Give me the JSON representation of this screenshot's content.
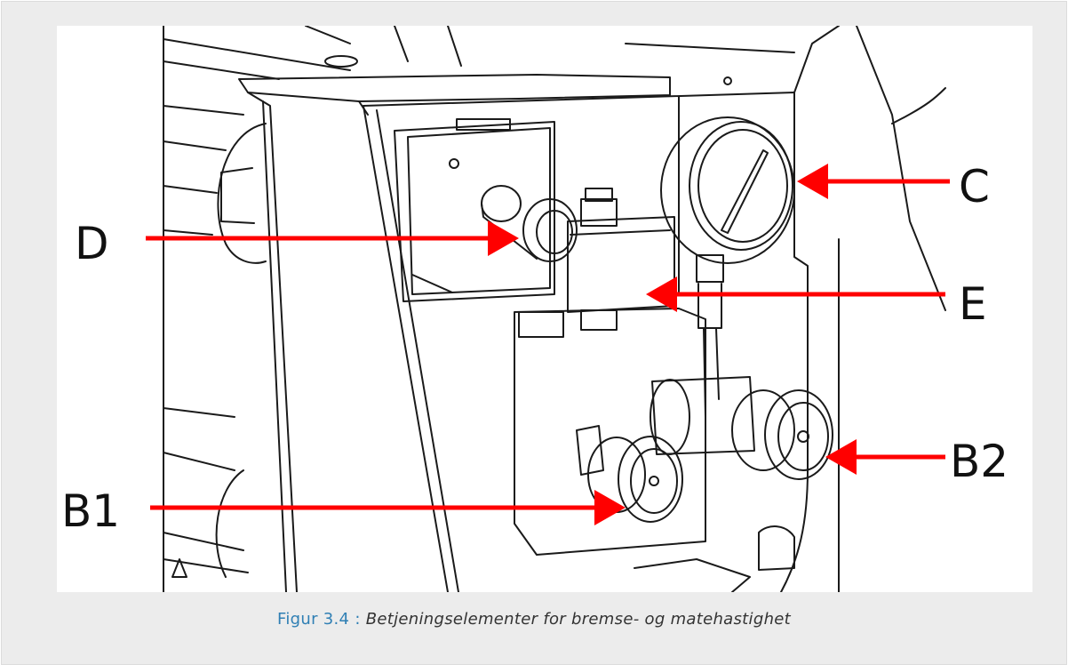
{
  "figure": {
    "labels": {
      "d": "D",
      "c": "C",
      "e": "E",
      "b1": "B1",
      "b2": "B2"
    }
  },
  "caption": {
    "prefix": "Figur 3.4 :",
    "text": "Betjeningselementer for bremse- og matehastighet"
  }
}
